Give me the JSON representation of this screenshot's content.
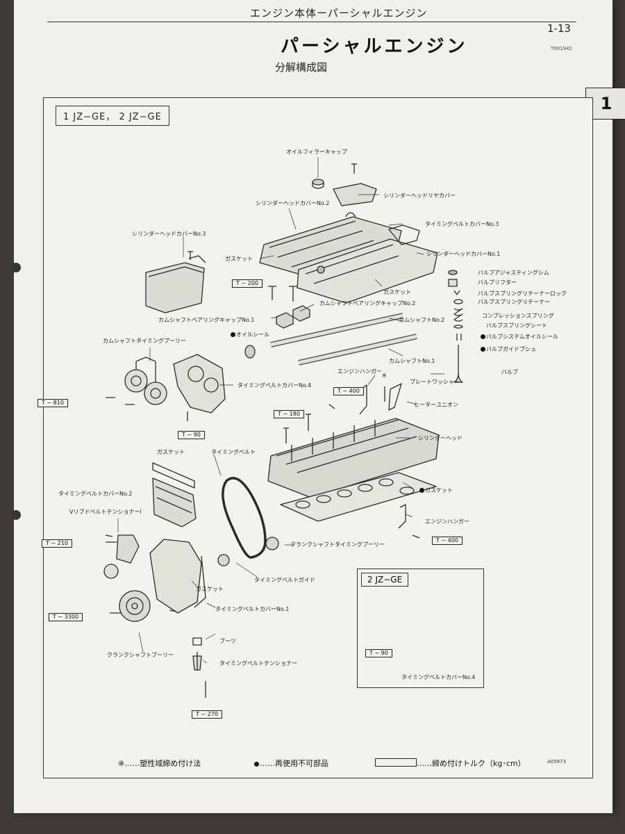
{
  "header": {
    "section": "エンジン本体ーパーシャルエンジン",
    "page_number": "1-13",
    "code": "T001941",
    "title": "パーシャルエンジン",
    "subtitle": "分解構成図",
    "chapter_tab": "1"
  },
  "diagram": {
    "models": "1 JZ−GE，  2 JZ−GE",
    "sub_model": "2 JZ−GE",
    "figure_id": "A05673",
    "labels": [
      {
        "text": "オイルフィラーキャップ"
      },
      {
        "text": "シリンダーヘッドリヤカバー"
      },
      {
        "text": "シリンダーヘッドカバーNo.2"
      },
      {
        "text": "タイミングベルトカバーNo.3"
      },
      {
        "text": "シリンダーヘッドカバーNo.3"
      },
      {
        "text": "ガスケット"
      },
      {
        "text": "シリンダーヘッドカバーNo.1"
      },
      {
        "text": "バルブアジャスティングシム"
      },
      {
        "text": "バルブリフター"
      },
      {
        "text": "ガスケット"
      },
      {
        "text": "バルブスプリングリテーナーロック"
      },
      {
        "text": "バルブスプリングリテーナー"
      },
      {
        "text": "カムシャフトベアリングキャップNo.2"
      },
      {
        "text": "コンプレッションスプリング"
      },
      {
        "text": "カムシャフトベアリングキャップNo.1"
      },
      {
        "text": "カムシャフトNo.2"
      },
      {
        "text": "バルブスプリングシート"
      },
      {
        "text": "オイルシール",
        "non_reusable": true
      },
      {
        "text": "バルブシステムオイルシール",
        "non_reusable": true
      },
      {
        "text": "カムシャフトタイミングプーリー"
      },
      {
        "text": "バルブガイドブシュ",
        "non_reusable": true
      },
      {
        "text": "カムシャフトNo.1"
      },
      {
        "text": "エンジンハンガー"
      },
      {
        "text": "バルブ"
      },
      {
        "text": "プレートワッシャー"
      },
      {
        "text": "タイミングベルトカバーNo.4"
      },
      {
        "text": "ヒーターユニオン"
      },
      {
        "text": "シリンダーヘッド"
      },
      {
        "text": "ガスケット"
      },
      {
        "text": "タイミングベルト"
      },
      {
        "text": "ガスケット",
        "non_reusable": true
      },
      {
        "text": "タイミングベルトカバーNo.2"
      },
      {
        "text": "VリブドベルトテンショナーI"
      },
      {
        "text": "エンジンハンガー"
      },
      {
        "text": "クランクシャフトタイミングプーリー"
      },
      {
        "text": "タイミングベルトガイド"
      },
      {
        "text": "ガスケット"
      },
      {
        "text": "タイミングベルトカバーNo.1"
      },
      {
        "text": "ブーツ"
      },
      {
        "text": "クランクシャフトプーリー"
      },
      {
        "text": "タイミングベルトテンショナー"
      },
      {
        "text": "タイミングベルトカバーNo.4"
      }
    ],
    "torques": [
      "T − 200",
      "T − 810",
      "T − 90",
      "T − 400",
      "T − 180",
      "T − 210",
      "T − 400",
      "T − 3300",
      "T − 270",
      "T − 90"
    ],
    "plastic_region_mark": "※"
  },
  "legend": {
    "plastic": "※……塑性域締め付け法",
    "non_reusable": "……再使用不可部品",
    "torque": "……締め付けトルク（kg･cm）"
  }
}
